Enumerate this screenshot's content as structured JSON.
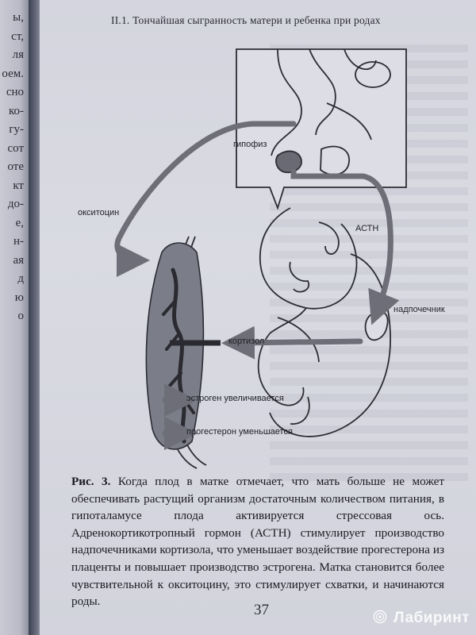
{
  "left_page": {
    "lines": [
      "ы,",
      "ст,",
      "ля",
      "оем.",
      "сно",
      "ко-",
      "гу-",
      "сот",
      "оте",
      "кт",
      "до-",
      "е,",
      "н-",
      "ая",
      "д",
      "ю",
      "о"
    ]
  },
  "running_head": "II.1. Тончайшая сыгранность матери и ребенка при родах",
  "figure": {
    "labels": {
      "pituitary": "гипофиз",
      "oxytocin": "окситоцин",
      "acth": "АСТН",
      "adrenal": "надпочечник",
      "cortisol": "кортизол",
      "estrogen": "эстроген увеличивается",
      "progesterone": "прогестерон уменьшается"
    },
    "colors": {
      "arrow": "#6e6e78",
      "uterus_fill": "#7b7d88",
      "placenta": "#2a2a30",
      "line": "#2c2c34"
    }
  },
  "caption": {
    "label": "Рис. 3.",
    "text": "Когда плод в матке отмечает, что мать больше не может обеспечивать растущий организм достаточным количеством питания, в гипоталамусе плода активируется стрессовая ось. Адренокортикотропный гормон (АСТН) стимулирует производство надпочечниками кортизола, что уменьшает воздействие прогестерона из плаценты и повышает производство эстрогена. Матка становится более чувствительной к окситоцину, это стимулирует схватки, и начинаются роды."
  },
  "page_number": "37",
  "watermark": "Лабиринт"
}
